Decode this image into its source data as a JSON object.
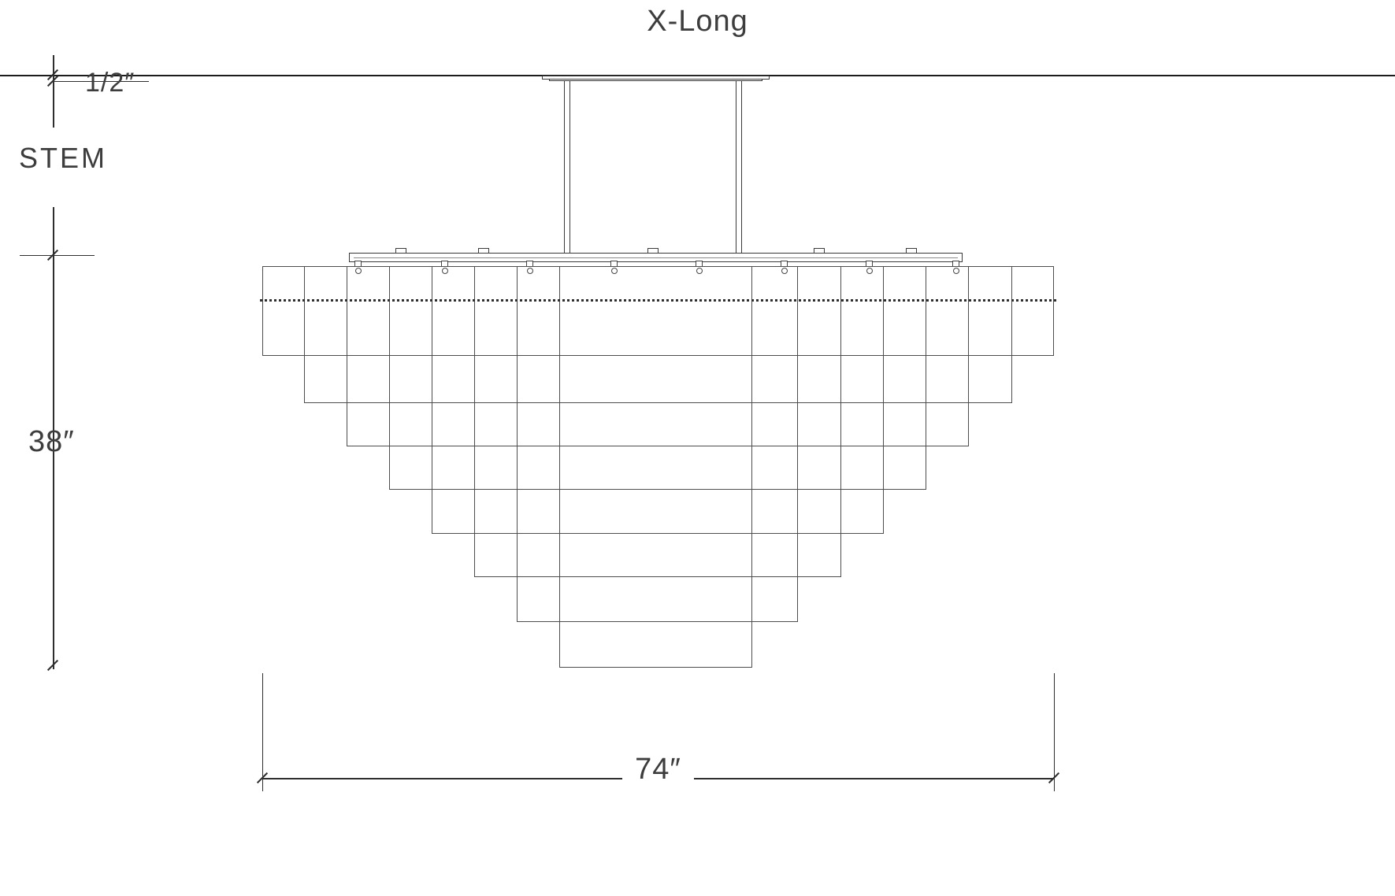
{
  "title": "X-Long",
  "dimensions": {
    "canopy_gap": "1/2″",
    "stem_label": "STEM",
    "body_drop": "38″",
    "overall_width": "74″"
  },
  "colors": {
    "ceiling_line": "#1c1c1c",
    "fixture_line": "#4d4d4d",
    "dimension_line": "#2e2e2e",
    "text": "#3d3d3d",
    "background": "#ffffff"
  },
  "diagram": {
    "type": "chandelier elevation drawing",
    "tier_count": 8,
    "hanger_count": 8
  }
}
